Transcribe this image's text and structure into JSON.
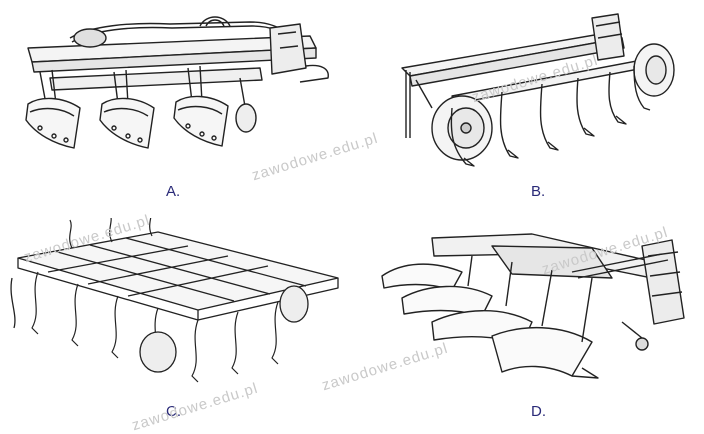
{
  "figures": [
    {
      "id": "a",
      "label": "A."
    },
    {
      "id": "b",
      "label": "B."
    },
    {
      "id": "c",
      "label": "C."
    },
    {
      "id": "d",
      "label": "D."
    }
  ],
  "watermark": "zawodowe.edu.pl"
}
